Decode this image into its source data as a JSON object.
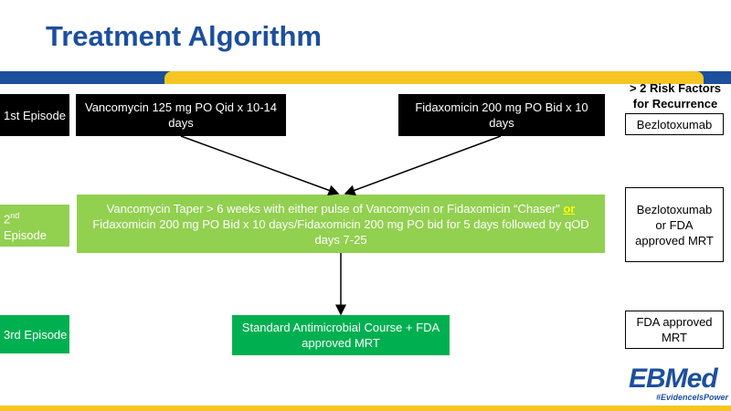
{
  "title": "Treatment Algorithm",
  "episodes": {
    "first": "1st Episode",
    "second_prefix": "2",
    "second_sup": "nd",
    "second_suffix": "Episode",
    "third": "3rd Episode"
  },
  "first_episode": {
    "vanco": "Vancomycin 125 mg PO Qid x 10-14 days",
    "fidax": "Fidaxomicin 200 mg PO Bid x 10 days"
  },
  "second_episode": {
    "line1": "Vancomycin Taper > 6 weeks with either pulse of Vancomycin or Fidaxomicin “Chaser”",
    "or": "or",
    "line2": "Fidaxomicin 200 mg PO Bid x 10 days/Fidaxomicin 200 mg PO bid for 5 days followed by qOD days 7-25"
  },
  "third_episode": {
    "treatment": "Standard Antimicrobial Course + FDA approved MRT"
  },
  "risk_factors": {
    "header": "> 2 Risk Factors for Recurrence",
    "first": "Bezlotoxumab",
    "second": "Bezlotoxumab or FDA approved MRT",
    "third": "FDA approved MRT"
  },
  "logo": {
    "name": "EBMed",
    "tagline": "#EvidenceIsPower"
  },
  "colors": {
    "brand_blue": "#1c4f9c",
    "accent_yellow": "#f5c623",
    "light_green": "#92d050",
    "dark_green": "#00b050"
  }
}
